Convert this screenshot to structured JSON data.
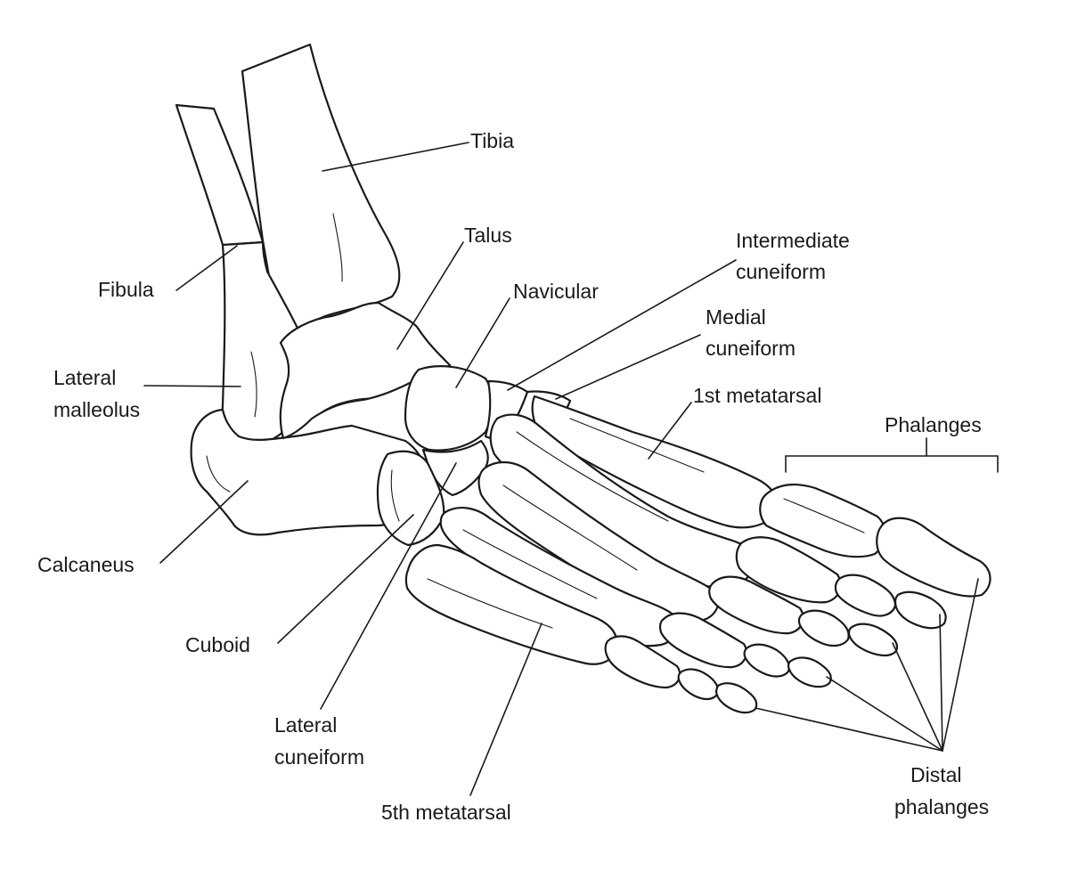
{
  "labels": {
    "tibia": "Tibia",
    "talus": "Talus",
    "fibula": "Fibula",
    "navicular": "Navicular",
    "intermediate_cuneiform": [
      "Intermediate",
      "cuneiform"
    ],
    "medial_cuneiform": [
      "Medial",
      "cuneiform"
    ],
    "lateral_malleolus": [
      "Lateral",
      "malleolus"
    ],
    "first_metatarsal": "1st metatarsal",
    "phalanges": "Phalanges",
    "calcaneus": "Calcaneus",
    "cuboid": "Cuboid",
    "lateral_cuneiform": [
      "Lateral",
      "cuneiform"
    ],
    "fifth_metatarsal": "5th metatarsal",
    "distal_phalanges": [
      "Distal",
      "phalanges"
    ]
  }
}
